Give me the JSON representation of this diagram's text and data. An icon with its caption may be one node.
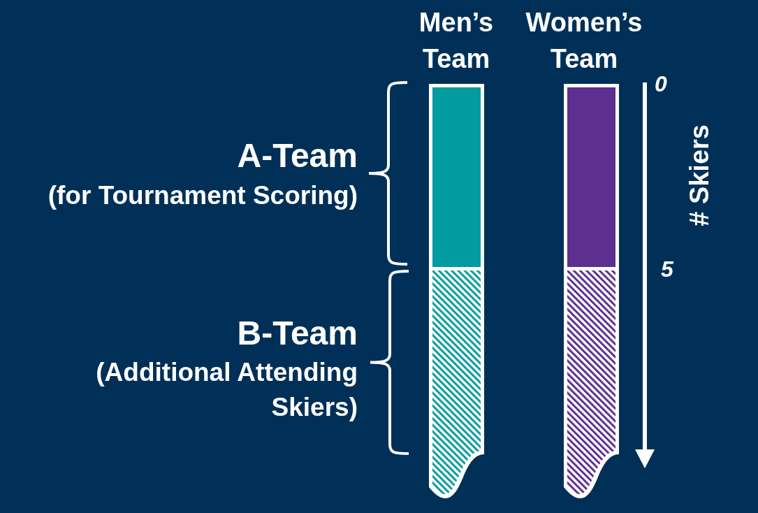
{
  "diagram": {
    "nodes": [
      {
        "text": [
          "Men’s Team"
        ]
      },
      {
        "text": [
          "Women’s Team"
        ]
      },
      {
        "text": [],
        "shape": "bar",
        "in": 0
      },
      {
        "text": [],
        "shape": "bar",
        "in": 0
      },
      {
        "text": [],
        "shape": "bar",
        "in": 1
      },
      {
        "text": [],
        "shape": "bar",
        "in": 1
      }
    ],
    "labels": [
      "A-Team",
      "(for Tournament Scoring)",
      "B-Team",
      "(Additional Attending Skiers)",
      "0",
      "5",
      "# Skiers"
    ]
  }
}
